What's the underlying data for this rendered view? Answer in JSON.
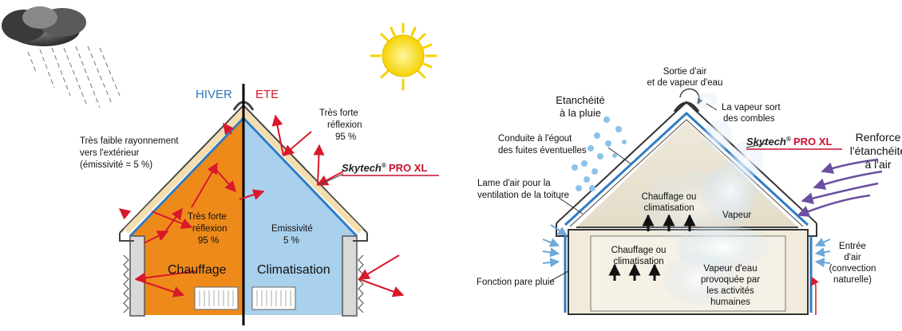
{
  "left": {
    "hiver": "HIVER",
    "ete": "ETE",
    "faible": [
      "Très faible rayonnement",
      "vers l'extérieur",
      "(émissivité = 5 %)"
    ],
    "forte_right": [
      "Très forte",
      "réflexion",
      "95 %"
    ],
    "forte_left": [
      "Très forte",
      "réflexion",
      "95 %"
    ],
    "emissivite": [
      "Emissivité",
      "5 %"
    ],
    "chauffage": "Chauffage",
    "climatisation": "Climatisation",
    "brand": "Skytech",
    "brand_suffix": "PRO XL"
  },
  "right": {
    "sortie": [
      "Sortie d'air",
      "et de vapeur d'eau"
    ],
    "etancheite_pluie": [
      "Etanchéité",
      "à la pluie"
    ],
    "vapeur_combles": [
      "La vapeur sort",
      "des combles"
    ],
    "conduite": [
      "Conduite à l'égout",
      "des fuites éventuelles"
    ],
    "brand": "Skytech",
    "brand_suffix": "PRO XL",
    "renforce": [
      "Renforce",
      "l'étanchéité",
      "à l'air"
    ],
    "lame": [
      "Lame d'air pour la",
      "ventilation de la toiture"
    ],
    "chauffage_top": [
      "Chauffage ou",
      "climatisation"
    ],
    "vapeur": "Vapeur",
    "chauffage_bottom": [
      "Chauffage ou",
      "climatisation"
    ],
    "vapeur_eau": [
      "Vapeur d'eau",
      "provoquée par",
      "les activités",
      "humaines"
    ],
    "entree": [
      "Entrée",
      "d'air",
      "(convection",
      "naturelle)"
    ],
    "pare_pluie": "Fonction pare pluie"
  },
  "colors": {
    "heat": "#EE8A1A",
    "cool": "#A9D0EC",
    "ray": "#D9182B",
    "membrane": "#2E7CC4",
    "brand_red": "#C8102E",
    "hiver_blue": "#2F77B5"
  }
}
